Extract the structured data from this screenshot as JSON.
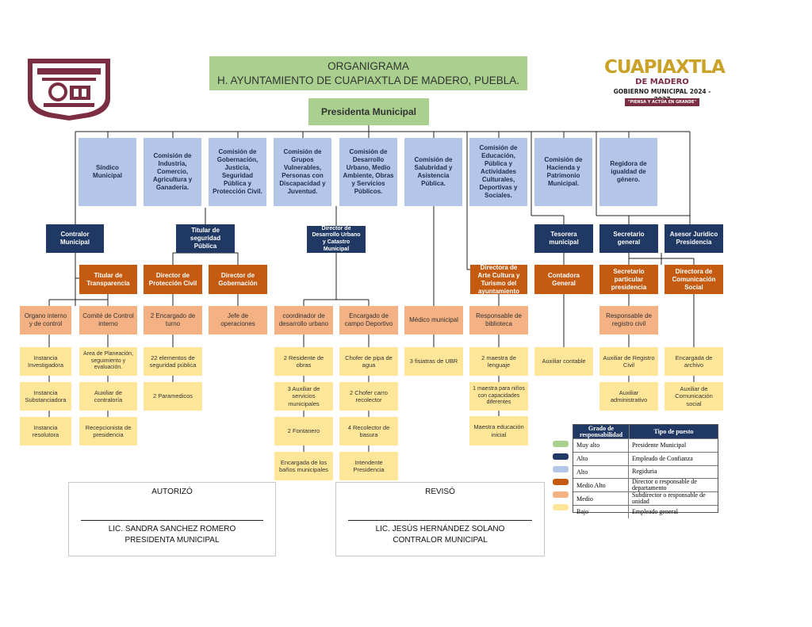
{
  "header": {
    "title_line1": "ORGANIGRAMA",
    "title_line2": "H. AYUNTAMIENTO DE CUAPIAXTLA DE MADERO, PUEBLA."
  },
  "logo_right": {
    "name_line1": "CUAPIAXTLA",
    "name_line2": "DE MADERO",
    "gov": "GOBIERNO MUNICIPAL 2024 - 2027",
    "motto": "\"PIENSA Y ACTÚA EN GRANDE\""
  },
  "top": {
    "presidenta": "Presidenta Municipal"
  },
  "regidurias": {
    "sindico": "Síndico Municipal",
    "industria": "Comisión de Industria, Comercio, Agricultura y Ganadería.",
    "gobernacion": "Comisión de Gobernación, Justicia, Seguridad Pública y Protección Civil.",
    "grupos": "Comisión de Grupos Vulnerables, Personas con Discapacidad y Juventud.",
    "desarrollo": "Comisión de Desarrollo Urbano, Medio Ambiente, Obras y Servicios Públicos.",
    "salubridad": "Comisión de Salubridad y Asistencia Pública.",
    "educacion": "Comisión de Educación, Pública y Actividades Culturales, Deportivas y Sociales.",
    "hacienda": "Comisión de Hacienda y Patrimonio Municipal.",
    "genero": "Regidora de igualdad de género."
  },
  "confianza": {
    "contralor": "Contralor Municipal",
    "seguridad": "Titular de seguridad Pública",
    "director_desarrollo": "Director de Desarrollo Urbano y Catastro Municipal",
    "tesorera": "Tesorera municipal",
    "secretario": "Secretario general",
    "asesor": "Asesor Jurídico Presidencia"
  },
  "directores": {
    "transparencia": "Titular de Transparencia",
    "proteccion": "Director de Protección Civil",
    "gobernacion": "Director de Gobernación",
    "arte": "Directora de Arte Cultura y Turismo del ayuntamiento",
    "contadora": "Contadora General",
    "particular": "Secretario particular presidencia",
    "comunicacion": "Directora de Comunicación Social"
  },
  "subdirectores": {
    "organo": "Organo interno y de control",
    "comite": "Comité de Control interno",
    "turno": "2 Encargado de turno",
    "operaciones": "Jefe de operaciones",
    "coordinador": "coordinador de desarrollo urbano",
    "campo": "Encargado de campo Deportivo",
    "medico": "Médico municipal",
    "biblioteca": "Responsable de biblioteca",
    "registro": "Responsable de registro civil"
  },
  "generales": {
    "investigadora": "Instancia Investigadora",
    "substanciadora": "Instancia Substanciadora",
    "resolutora": "Instancia resolutora",
    "planeacion": "Area de Planeación, seguimiento y evaluación.",
    "aux_contraloria": "Auxiliar de contraloría",
    "recepcionista": "Recepcionista de presidencia",
    "elementos": "22 elementos de seguridad pública",
    "paramedicos": "2 Paramedicos",
    "residente": "2 Residente de obras",
    "aux_servicios": "3 Auxiliar de servicios municipales",
    "fontanero": "2 Fontanero",
    "banos": "Encargada de los baños municipales",
    "chofer_pipa": "Chofer de pipa de agua",
    "chofer_carro": "2 Chofer carro recolector",
    "recolector": "4 Recolector de basura",
    "intendente": "Intendente Presidencia",
    "fisiatras": "3 fisiatras de UBR",
    "lenguaje": "2 maestra de lenguaje",
    "maestra_ninos": "1 maestra para niños con capacidades diferentes",
    "educacion_inicial": "Maestra educación inicial",
    "aux_contable": "Auxiliar contable",
    "aux_registro": "Auxiliar de Registro Civil",
    "aux_admin": "Auxiliar administrativo",
    "archivo": "Encargada de archivo",
    "aux_comunicacion": "Auxiliar de Comunicación social"
  },
  "signatures": {
    "autorizo_label": "AUTORIZÓ",
    "autorizo_name": "LIC. SANDRA SANCHEZ ROMERO",
    "autorizo_title": "PRESIDENTA MUNICIPAL",
    "reviso_label": "REVISÓ",
    "reviso_name": "LIC. JESÚS HERNÁNDEZ SOLANO",
    "reviso_title": "CONTRALOR MUNICIPAL"
  },
  "legend": {
    "header_grado": "Grado de responsabilidad",
    "header_tipo": "Tipo de puesto",
    "rows": [
      {
        "grado": "Muy alto",
        "tipo": "Presidente Municipal",
        "color": "#a9d08e"
      },
      {
        "grado": "Alto",
        "tipo": "Empleado de Confianza",
        "color": "#1f3864"
      },
      {
        "grado": "Alto",
        "tipo": "Regiduria",
        "color": "#b4c6e7"
      },
      {
        "grado": "Medio Alto",
        "tipo": "Director o responsable de departamento",
        "color": "#c55a11"
      },
      {
        "grado": "Medio",
        "tipo": "Subdirector o responsable de unidad",
        "color": "#f4b183"
      },
      {
        "grado": "Bajo",
        "tipo": "Empleado general",
        "color": "#ffe699"
      }
    ]
  }
}
